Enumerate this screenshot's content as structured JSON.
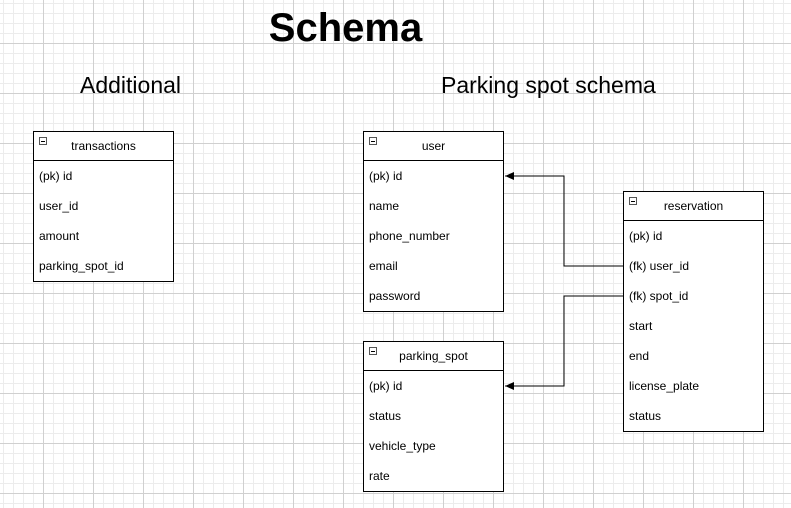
{
  "diagram": {
    "title": "Schema",
    "sections": {
      "additional": "Additional",
      "parking": "Parking spot schema"
    },
    "tables": {
      "transactions": {
        "name": "transactions",
        "fields": [
          "(pk) id",
          "user_id",
          "amount",
          "parking_spot_id"
        ]
      },
      "user": {
        "name": "user",
        "fields": [
          "(pk) id",
          "name",
          "phone_number",
          "email",
          "password"
        ]
      },
      "parking_spot": {
        "name": "parking_spot",
        "fields": [
          "(pk) id",
          "status",
          "vehicle_type",
          "rate"
        ]
      },
      "reservation": {
        "name": "reservation",
        "fields": [
          "(pk) id",
          "(fk) user_id",
          "(fk) spot_id",
          "start",
          "end",
          "license_plate",
          "status"
        ]
      }
    },
    "relations": [
      {
        "from": "reservation.(fk) user_id",
        "to": "user.(pk) id"
      },
      {
        "from": "reservation.(fk) spot_id",
        "to": "parking_spot.(pk) id"
      }
    ]
  }
}
